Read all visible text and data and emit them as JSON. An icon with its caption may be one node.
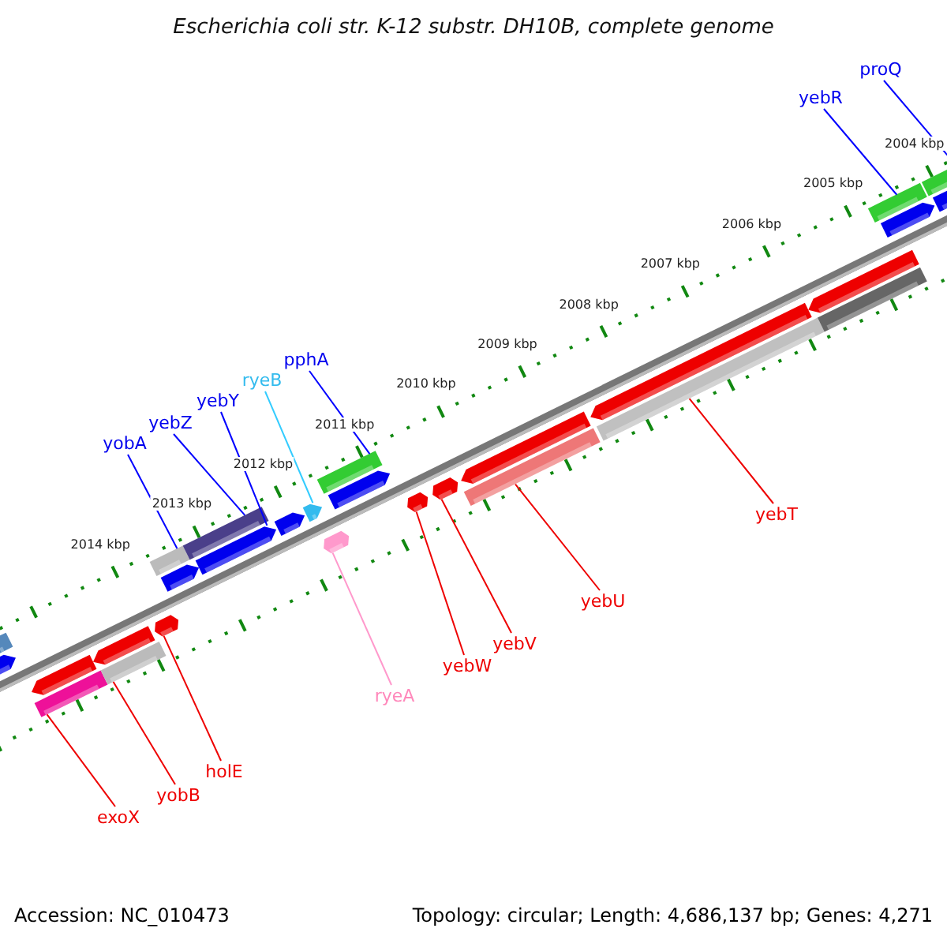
{
  "diagram": {
    "title": "Escherichia coli str. K-12 substr. DH10B, complete genome",
    "nodes": [
      {
        "text": [
          "proQ"
        ]
      },
      {
        "text": [
          "yebR"
        ]
      },
      {
        "text": [
          "pphA"
        ]
      },
      {
        "text": [
          "ryeB"
        ]
      },
      {
        "text": [
          "yebY"
        ]
      },
      {
        "text": [
          "yebZ"
        ]
      },
      {
        "text": [
          "yobA"
        ]
      },
      {
        "text": [
          "yebT"
        ]
      },
      {
        "text": [
          "yebU"
        ]
      },
      {
        "text": [
          "yebV"
        ]
      },
      {
        "text": [
          "yebW"
        ]
      },
      {
        "text": [
          "ryeA"
        ]
      },
      {
        "text": [
          "holE"
        ]
      },
      {
        "text": [
          "yobB"
        ]
      },
      {
        "text": [
          "exoX"
        ]
      },
      {
        "text": [],
        "shape": "bar"
      },
      {
        "text": [],
        "shape": "bar"
      },
      {
        "text": [],
        "shape": "bar"
      },
      {
        "text": [],
        "shape": "arrow"
      },
      {
        "text": [],
        "shape": "bar"
      },
      {
        "text": [],
        "shape": "arrow"
      },
      {
        "text": [],
        "shape": "arrow"
      },
      {
        "text": [],
        "shape": "bar"
      },
      {
        "text": [],
        "shape": "arrow"
      },
      {
        "text": [],
        "shape": "arrow"
      },
      {
        "text": [],
        "shape": "arrow"
      },
      {
        "text": [],
        "shape": "bar"
      },
      {
        "text": [],
        "shape": "bar"
      },
      {
        "text": [],
        "shape": "bar"
      },
      {
        "text": [],
        "shape": "bar"
      }
    ],
    "edges": [
      {
        "from": 0,
        "to": 29,
        "arrow": "none",
        "color": "#0000ff"
      },
      {
        "from": 1,
        "to": 28,
        "arrow": "none",
        "color": "#0000ff"
      },
      {
        "from": 2,
        "to": 22,
        "arrow": "none",
        "color": "#0000ff"
      },
      {
        "from": 3,
        "to": 21,
        "arrow": "none",
        "color": "#33ccff"
      },
      {
        "from": 4,
        "to": 20,
        "arrow": "none",
        "color": "#0000ff"
      },
      {
        "from": 5,
        "to": 19,
        "arrow": "none",
        "color": "#0000ff"
      },
      {
        "from": 6,
        "to": 17,
        "arrow": "none",
        "color": "#0000ff"
      },
      {
        "from": 7,
        "to": 27,
        "arrow": "none"
      },
      {
        "from": 8,
        "to": 26,
        "arrow": "none"
      },
      {
        "from": 9,
        "to": 25,
        "arrow": "none"
      },
      {
        "from": 10,
        "to": 24,
        "arrow": "none"
      },
      {
        "from": 11,
        "to": 23,
        "arrow": "none",
        "color": "#ff99cc"
      },
      {
        "from": 12,
        "to": 18,
        "arrow": "none"
      },
      {
        "from": 13,
        "to": 16,
        "arrow": "none"
      },
      {
        "from": 14,
        "to": 15,
        "arrow": "none"
      }
    ],
    "labels": [
      "2004 kbp",
      "2005 kbp",
      "2006 kbp",
      "2007 kbp",
      "2008 kbp",
      "2009 kbp",
      "2010 kbp",
      "2011 kbp",
      "2012 kbp",
      "2013 kbp",
      "2014 kbp",
      "Accession: NC_010473",
      "Topology: circular; Length: 4,686,137 bp; Genes: 4,271"
    ]
  }
}
